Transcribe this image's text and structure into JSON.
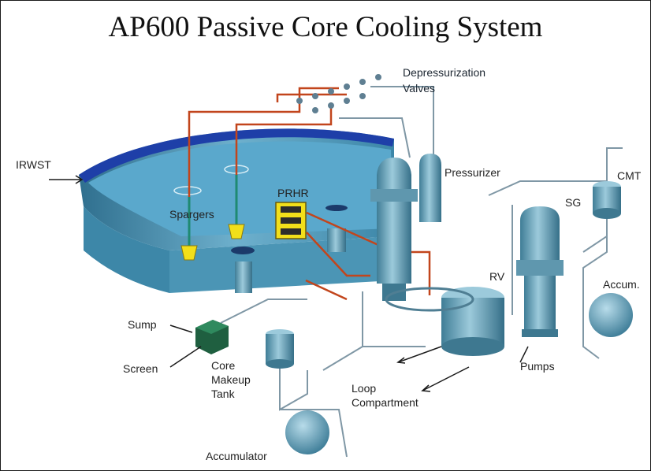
{
  "title": "AP600 Passive Core Cooling System",
  "labels": {
    "irwst": "IRWST",
    "depressurization": [
      "Depressurization",
      "Valves"
    ],
    "prhr": "PRHR",
    "spargers": "Spargers",
    "pressurizer": "Pressurizer",
    "cmt": "CMT",
    "sg": "SG",
    "rv": "RV",
    "accum_short": "Accum.",
    "sump": "Sump",
    "screen": "Screen",
    "core_makeup_tank": [
      "Core",
      "Makeup",
      "Tank"
    ],
    "loop_compartment": [
      "Loop",
      "Compartment"
    ],
    "pumps": "Pumps",
    "accumulator": "Accumulator"
  },
  "colors": {
    "water": "#5aa8cc",
    "pool_surface": "#1e3fa8",
    "vessel": "#6aa3b8",
    "pipe_red": "#c2451c",
    "pipe_grey": "#7f97a5",
    "sparger_yellow": "#f2df1a"
  }
}
